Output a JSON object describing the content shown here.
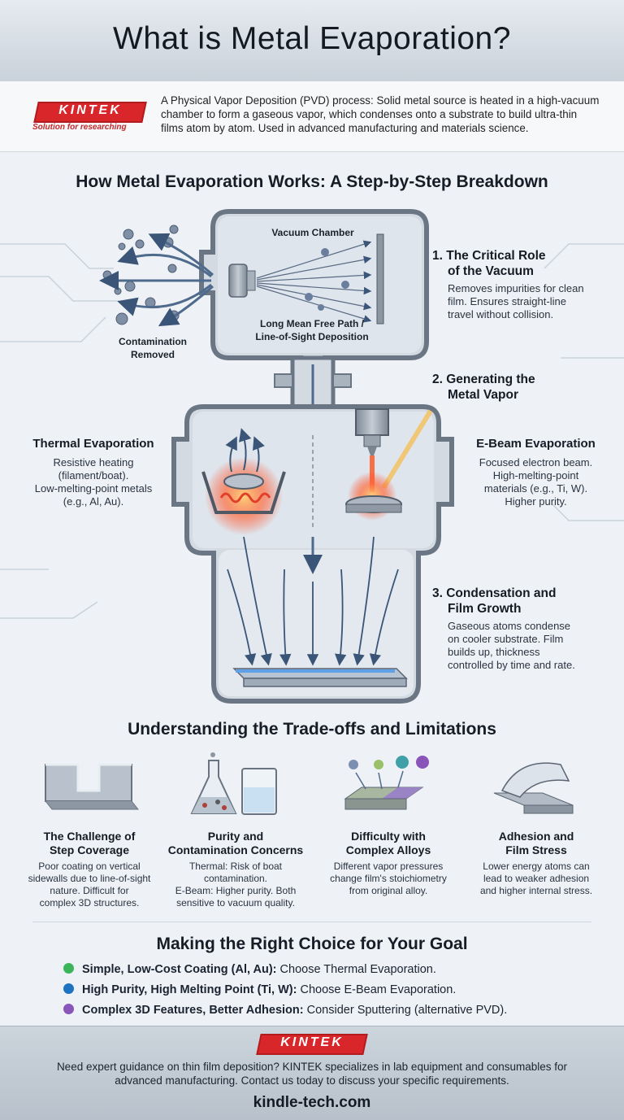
{
  "title": "What is Metal Evaporation?",
  "brand": {
    "name": "KINTEK",
    "tagline": "Solution for researching",
    "color": "#d8262a"
  },
  "intro": "A Physical Vapor Deposition (PVD) process: Solid metal source is heated in a high-vacuum chamber to form a gaseous vapor, which condenses onto a substrate to build ultra-thin films atom by atom. Used in advanced manufacturing and materials science.",
  "how": {
    "heading": "How Metal Evaporation Works: A Step-by-Step Breakdown",
    "chamber_labels": {
      "vacuum_chamber": "Vacuum Chamber",
      "mean_free_path_1": "Long Mean Free Path /",
      "mean_free_path_2": "Line-of-Sight Deposition",
      "contamination_1": "Contamination",
      "contamination_2": "Removed"
    },
    "steps": [
      {
        "title_1": "1. The Critical Role",
        "title_2": "of the Vacuum",
        "text": [
          "Removes impurities for clean",
          "film. Ensures straight-line",
          "travel without collision."
        ]
      },
      {
        "title_1": "2. Generating the",
        "title_2": "Metal Vapor",
        "text": []
      },
      {
        "title_1": "3. Condensation and",
        "title_2": "Film Growth",
        "text": [
          "Gaseous atoms condense",
          "on cooler substrate. Film",
          "builds up, thickness",
          "controlled by time and rate."
        ]
      }
    ],
    "thermal": {
      "title": "Thermal Evaporation",
      "text": [
        "Resistive heating",
        "(filament/boat).",
        "Low-melting-point metals",
        "(e.g., Al, Au)."
      ]
    },
    "ebeam": {
      "title": "E-Beam Evaporation",
      "text": [
        "Focused electron beam.",
        "High-melting-point",
        "materials (e.g., Ti, W).",
        "Higher purity."
      ]
    }
  },
  "tradeoffs": {
    "heading": "Understanding the Trade-offs and Limitations",
    "cards": [
      {
        "icon": "step-coverage-icon",
        "title_1": "The Challenge of",
        "title_2": "Step Coverage",
        "text": [
          "Poor coating on vertical",
          "sidewalls due to line-of-sight",
          "nature. Difficult for",
          "complex 3D structures."
        ]
      },
      {
        "icon": "flask-beaker-icon",
        "title_1": "Purity and",
        "title_2": "Contamination Concerns",
        "text": [
          "Thermal: Risk of boat",
          "contamination.",
          "E-Beam: Higher purity. Both",
          "sensitive to vacuum quality."
        ]
      },
      {
        "icon": "alloy-icon",
        "title_1": "Difficulty with",
        "title_2": "Complex Alloys",
        "text": [
          "Different vapor pressures",
          "change film's stoichiometry",
          "from original alloy."
        ]
      },
      {
        "icon": "peeling-film-icon",
        "title_1": "Adhesion and",
        "title_2": "Film Stress",
        "text": [
          "Lower energy atoms can",
          "lead to weaker adhesion",
          "and higher internal stress."
        ]
      }
    ]
  },
  "choice": {
    "heading": "Making the Right Choice for Your Goal",
    "items": [
      {
        "color": "#3cb55a",
        "bold": "Simple, Low-Cost Coating (Al, Au):",
        "text": " Choose Thermal Evaporation."
      },
      {
        "color": "#1f72c0",
        "bold": "High Purity, High Melting Point (Ti, W):",
        "text": " Choose E-Beam Evaporation."
      },
      {
        "color": "#8a55b8",
        "bold": "Complex 3D Features, Better Adhesion:",
        "text": " Consider Sputtering (alternative PVD)."
      }
    ]
  },
  "footer": {
    "text_1": "Need expert guidance on thin film deposition? KINTEK specializes in lab equipment and consumables for",
    "text_2": "advanced manufacturing. Contact us today to discuss your specific requirements.",
    "url": "kindle-tech.com"
  }
}
